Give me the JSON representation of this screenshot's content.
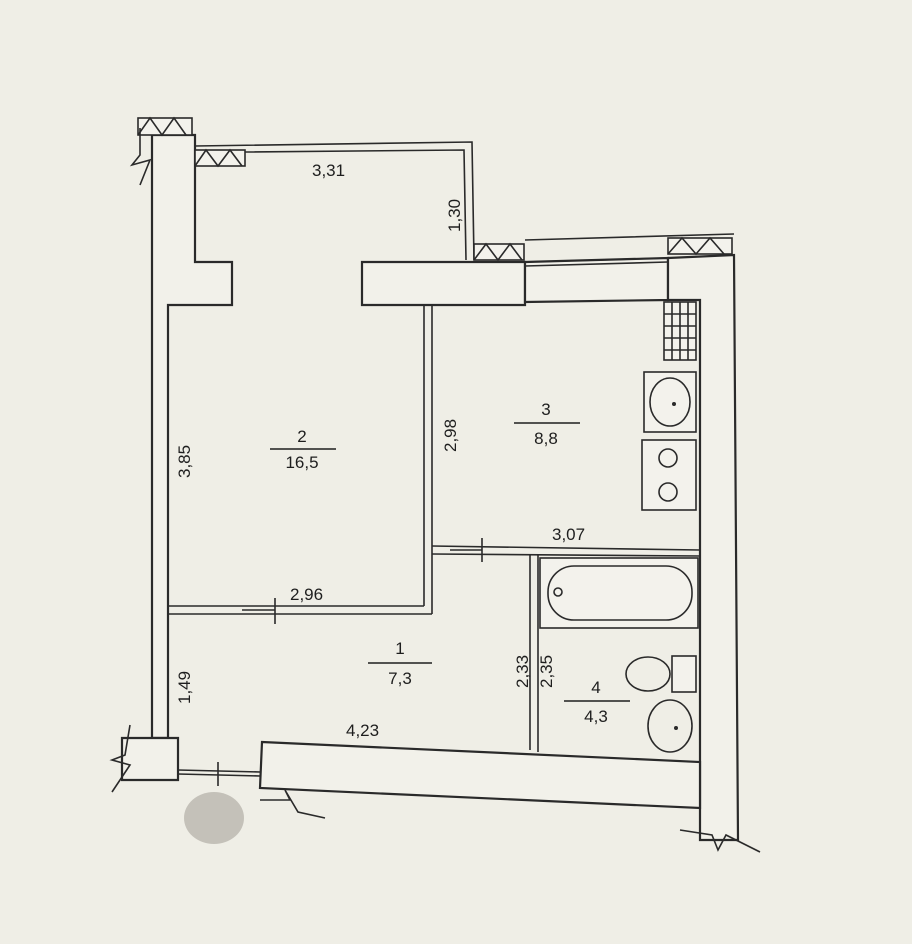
{
  "rooms": [
    {
      "number": "2",
      "area": "16,5"
    },
    {
      "number": "3",
      "area": "8,8"
    },
    {
      "number": "1",
      "area": "7,3"
    },
    {
      "number": "4",
      "area": "4,3"
    }
  ],
  "dimensions": {
    "balcony_width": "3,31",
    "balcony_depth": "1,30",
    "room2_height": "3,85",
    "room2_inner": "2,98",
    "room2_width": "2,96",
    "kitchen_width": "3,07",
    "hall_height": "1,49",
    "hall_length": "4,23",
    "bath_a": "2,33",
    "bath_b": "2,35"
  },
  "colors": {
    "background": "#efeee6",
    "line": "#2a2a2a"
  }
}
